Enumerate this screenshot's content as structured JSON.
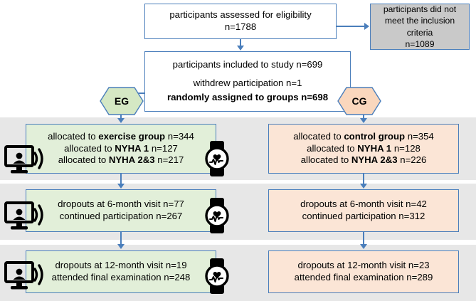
{
  "diagram": {
    "title": "CONSORT participant flow diagram",
    "colors": {
      "border": "#4a7ebb",
      "band": "#e7e7e7",
      "exercise_group": "#e2efd9",
      "control_group": "#fbe5d6",
      "excluded": "#c9c9c9"
    },
    "boxes": {
      "eligibility": {
        "line1": "participants assessed for eligibility",
        "line2": "n=1788"
      },
      "excluded": {
        "line1": "participants did not",
        "line2": "meet the inclusion",
        "line3": "criteria",
        "line4": "n=1089"
      },
      "included": {
        "line1": "participants included to study n=699",
        "line2": "withdrew participation n=1",
        "line3_bold": "randomly assigned to groups n=698"
      },
      "eg_allocation": {
        "line1_pre": "allocated to ",
        "line1_bold": "exercise group",
        "line1_post": " n=344",
        "line2_pre": "allocated to ",
        "line2_bold": "NYHA 1",
        "line2_post": " n=127",
        "line3_pre": "allocated to ",
        "line3_bold": "NYHA 2&3",
        "line3_post": " n=217"
      },
      "cg_allocation": {
        "line1_pre": "allocated to ",
        "line1_bold": "control group",
        "line1_post": " n=354",
        "line2_pre": "allocated to ",
        "line2_bold": "NYHA 1",
        "line2_post": " n=128",
        "line3_pre": "allocated to ",
        "line3_bold": "NYHA 2&3",
        "line3_post": " n=226"
      },
      "eg_six_month": {
        "line1": "dropouts at 6-month visit n=77",
        "line2": "continued participation n=267"
      },
      "cg_six_month": {
        "line1": "dropouts at 6-month visit n=42",
        "line2": "continued participation n=312"
      },
      "eg_twelve_month": {
        "line1": "dropouts at 12-month visit n=19",
        "line2": "attended final examination  n=248"
      },
      "cg_twelve_month": {
        "line1": "dropouts at 12-month visit n=23",
        "line2": "attended final examination  n=289"
      }
    },
    "hexagons": {
      "exercise_group": "EG",
      "control_group": "CG"
    },
    "icons": {
      "telemonitoring": "telemonitoring-screen-icon",
      "smartwatch": "smartwatch-heart-icon"
    }
  }
}
